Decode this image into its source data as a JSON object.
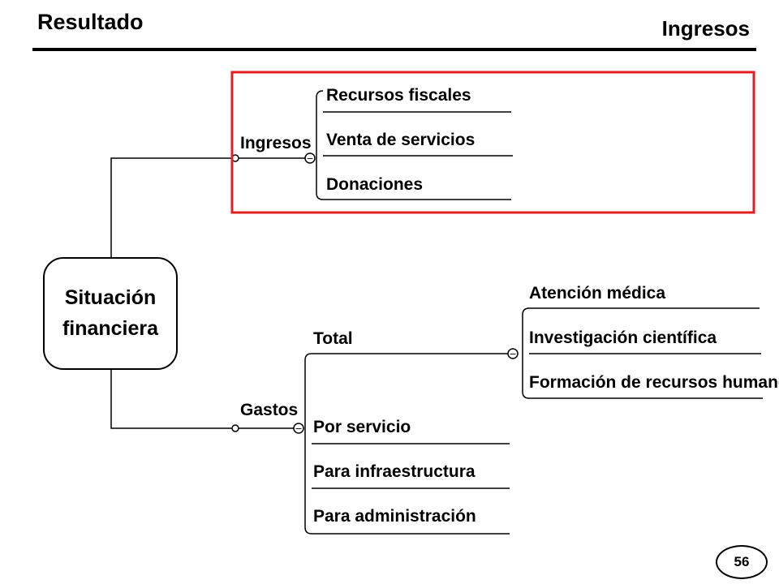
{
  "header": {
    "title": "Resultado",
    "section": "Ingresos"
  },
  "diagram": {
    "root": "Situación financiera",
    "root_lines": [
      "Situación",
      "financiera"
    ],
    "ingresos": {
      "label": "Ingresos",
      "children": [
        "Recursos fiscales",
        "Venta de servicios",
        "Donaciones"
      ]
    },
    "gastos": {
      "label": "Gastos",
      "children": [
        "Total",
        "Por servicio",
        "Para infraestructura",
        "Para administración"
      ]
    },
    "total": {
      "label": "Total",
      "children": [
        "Atención médica",
        "Investigación científica",
        "Formación de recursos humanos"
      ]
    },
    "collapse_symbol": "−",
    "highlight_color": "#e02020"
  },
  "footer": {
    "page_number": "56"
  }
}
